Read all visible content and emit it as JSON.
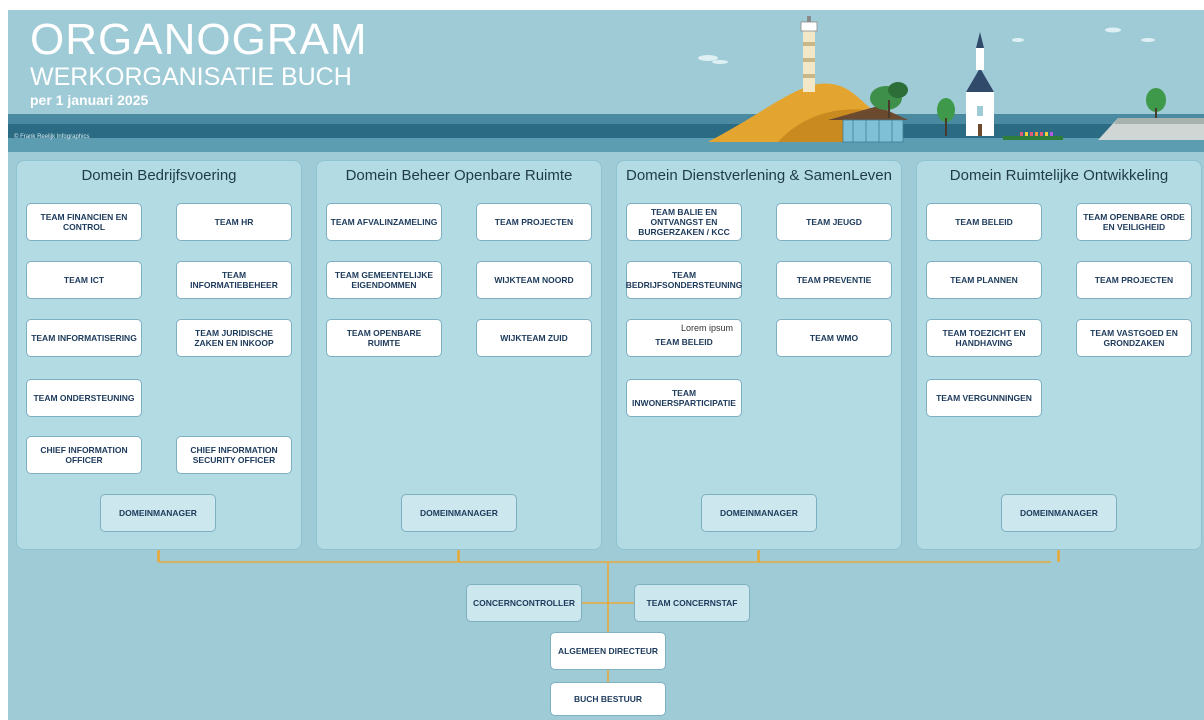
{
  "header": {
    "title": "ORGANOGRAM",
    "subtitle": "WERKORGANISATIE BUCH",
    "date": "per 1 januari 2025",
    "credit": "© Frank Reelijk Infographics"
  },
  "colors": {
    "background": "#9fcbd7",
    "panel": "#b3dbe4",
    "connector": "#e8a93a",
    "box_text": "#1c3a5b",
    "manager_box": "#cde7ee"
  },
  "domains": [
    {
      "title": "Domein Bedrijfsvoering",
      "left_teams": [
        "TEAM FINANCIEN EN CONTROL",
        "TEAM ICT",
        "TEAM INFORMATISERING",
        "TEAM ONDERSTEUNING",
        "CHIEF INFORMATION OFFICER"
      ],
      "right_teams": [
        "TEAM HR",
        "TEAM INFORMATIEBEHEER",
        "TEAM JURIDISCHE ZAKEN EN INKOOP",
        "CHIEF INFORMATION SECURITY OFFICER"
      ],
      "manager": "DOMEINMANAGER"
    },
    {
      "title": "Domein Beheer Openbare Ruimte",
      "left_teams": [
        "TEAM AFVALINZAMELING",
        "TEAM GEMEENTELIJKE EIGENDOMMEN",
        "TEAM OPENBARE RUIMTE"
      ],
      "right_teams": [
        "TEAM PROJECTEN",
        "WIJKTEAM NOORD",
        "WIJKTEAM ZUID"
      ],
      "manager": "DOMEINMANAGER"
    },
    {
      "title": "Domein Dienstverlening & SamenLeven",
      "left_teams": [
        "TEAM BALIE EN ONTVANGST EN BURGERZAKEN / KCC",
        "TEAM BEDRIJFSONDERSTEUNING",
        "TEAM BELEID",
        "TEAM INWONERSPARTICIPATIE"
      ],
      "right_teams": [
        "TEAM JEUGD",
        "TEAM PREVENTIE",
        "TEAM WMO"
      ],
      "manager": "DOMEINMANAGER",
      "overlay_text": "Lorem ipsum"
    },
    {
      "title": "Domein Ruimtelijke Ontwikkeling",
      "left_teams": [
        "TEAM BELEID",
        "TEAM PLANNEN",
        "TEAM TOEZICHT EN HANDHAVING",
        "TEAM VERGUNNINGEN"
      ],
      "right_teams": [
        "TEAM OPENBARE ORDE EN VEILIGHEID",
        "TEAM PROJECTEN",
        "TEAM VASTGOED EN GRONDZAKEN"
      ],
      "manager": "DOMEINMANAGER"
    }
  ],
  "central": {
    "concerncontroller": "CONCERNCONTROLLER",
    "concernstaf": "TEAM CONCERNSTAF",
    "director": "ALGEMEEN DIRECTEUR",
    "board": "BUCH BESTUUR"
  },
  "illustration": {
    "elements": [
      "lighthouse-icon",
      "dune-icon",
      "pavilion-icon",
      "church-icon",
      "tree-icon",
      "tulip-field-icon",
      "fortress-icon",
      "cloud-icon"
    ]
  }
}
